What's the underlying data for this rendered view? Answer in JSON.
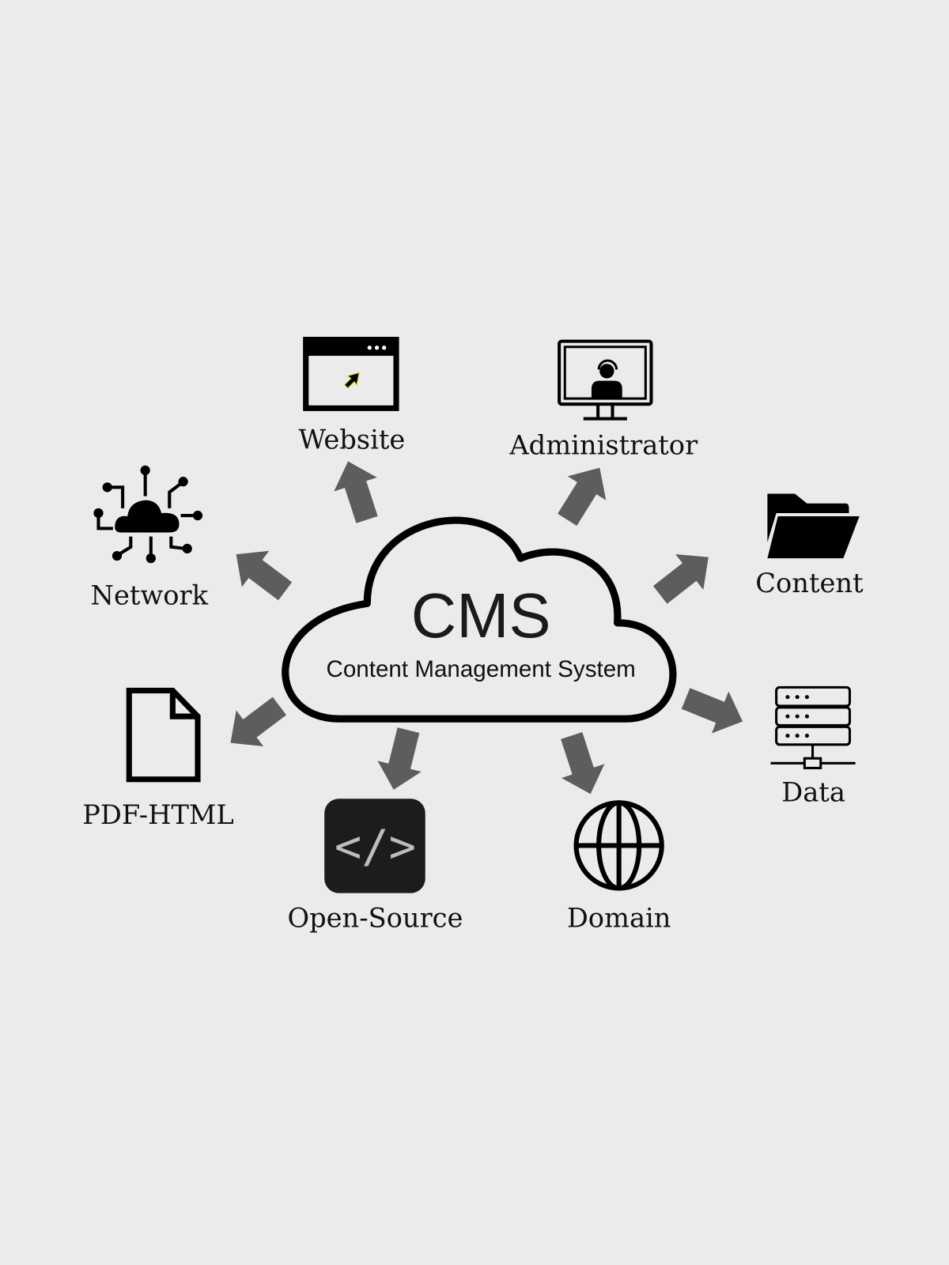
{
  "diagram": {
    "center": {
      "title": "CMS",
      "subtitle": "Content Management System"
    },
    "nodes": [
      {
        "id": "website",
        "label": "Website",
        "icon": "browser-window-icon"
      },
      {
        "id": "administrator",
        "label": "Administrator",
        "icon": "monitor-admin-icon"
      },
      {
        "id": "content",
        "label": "Content",
        "icon": "folder-icon"
      },
      {
        "id": "data",
        "label": "Data",
        "icon": "server-icon"
      },
      {
        "id": "domain",
        "label": "Domain",
        "icon": "globe-icon"
      },
      {
        "id": "open_source",
        "label": "Open-Source",
        "icon": "code-icon",
        "glyph": "</>"
      },
      {
        "id": "pdf_html",
        "label": "PDF-HTML",
        "icon": "document-icon"
      },
      {
        "id": "network",
        "label": "Network",
        "icon": "cloud-network-icon"
      }
    ],
    "colors": {
      "background": "#ebebeb",
      "arrow": "#5d5d5d",
      "stroke": "#000000",
      "code_tile": "#1c1c1c"
    }
  }
}
